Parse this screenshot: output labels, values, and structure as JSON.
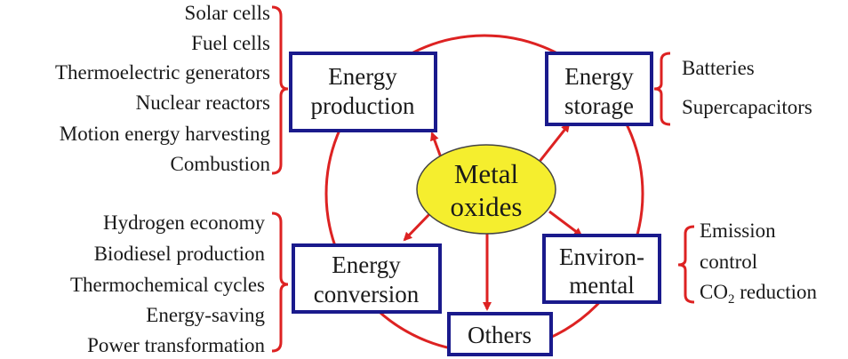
{
  "center": {
    "lines": [
      "Metal",
      "oxides"
    ]
  },
  "boxes": {
    "energy_production": {
      "lines": [
        "Energy",
        "production"
      ]
    },
    "energy_storage": {
      "lines": [
        "Energy",
        "storage"
      ]
    },
    "energy_conversion": {
      "lines": [
        "Energy",
        "conversion"
      ]
    },
    "environmental": {
      "lines": [
        "Environ-",
        "mental"
      ]
    },
    "others": {
      "lines": [
        "Others"
      ]
    }
  },
  "lists": {
    "energy_production": [
      "Solar cells",
      "Fuel cells",
      "Thermoelectric generators",
      "Nuclear reactors",
      "Motion energy harvesting",
      "Combustion"
    ],
    "energy_storage": [
      "Batteries",
      "Supercapacitors"
    ],
    "energy_conversion": [
      "Hydrogen economy",
      "Biodiesel production",
      "Thermochemical cycles",
      "Energy-saving",
      "Power transformation"
    ],
    "environmental": [
      "Emission",
      "control",
      "CO2 reduction"
    ]
  },
  "colors": {
    "box_border": "#1a1a8c",
    "arrow": "#dd2222",
    "circle": "#dd2222",
    "bracket": "#dd2222",
    "center_fill": "#f5ee2e",
    "center_stroke": "#444444",
    "text": "#1a1a1a"
  }
}
